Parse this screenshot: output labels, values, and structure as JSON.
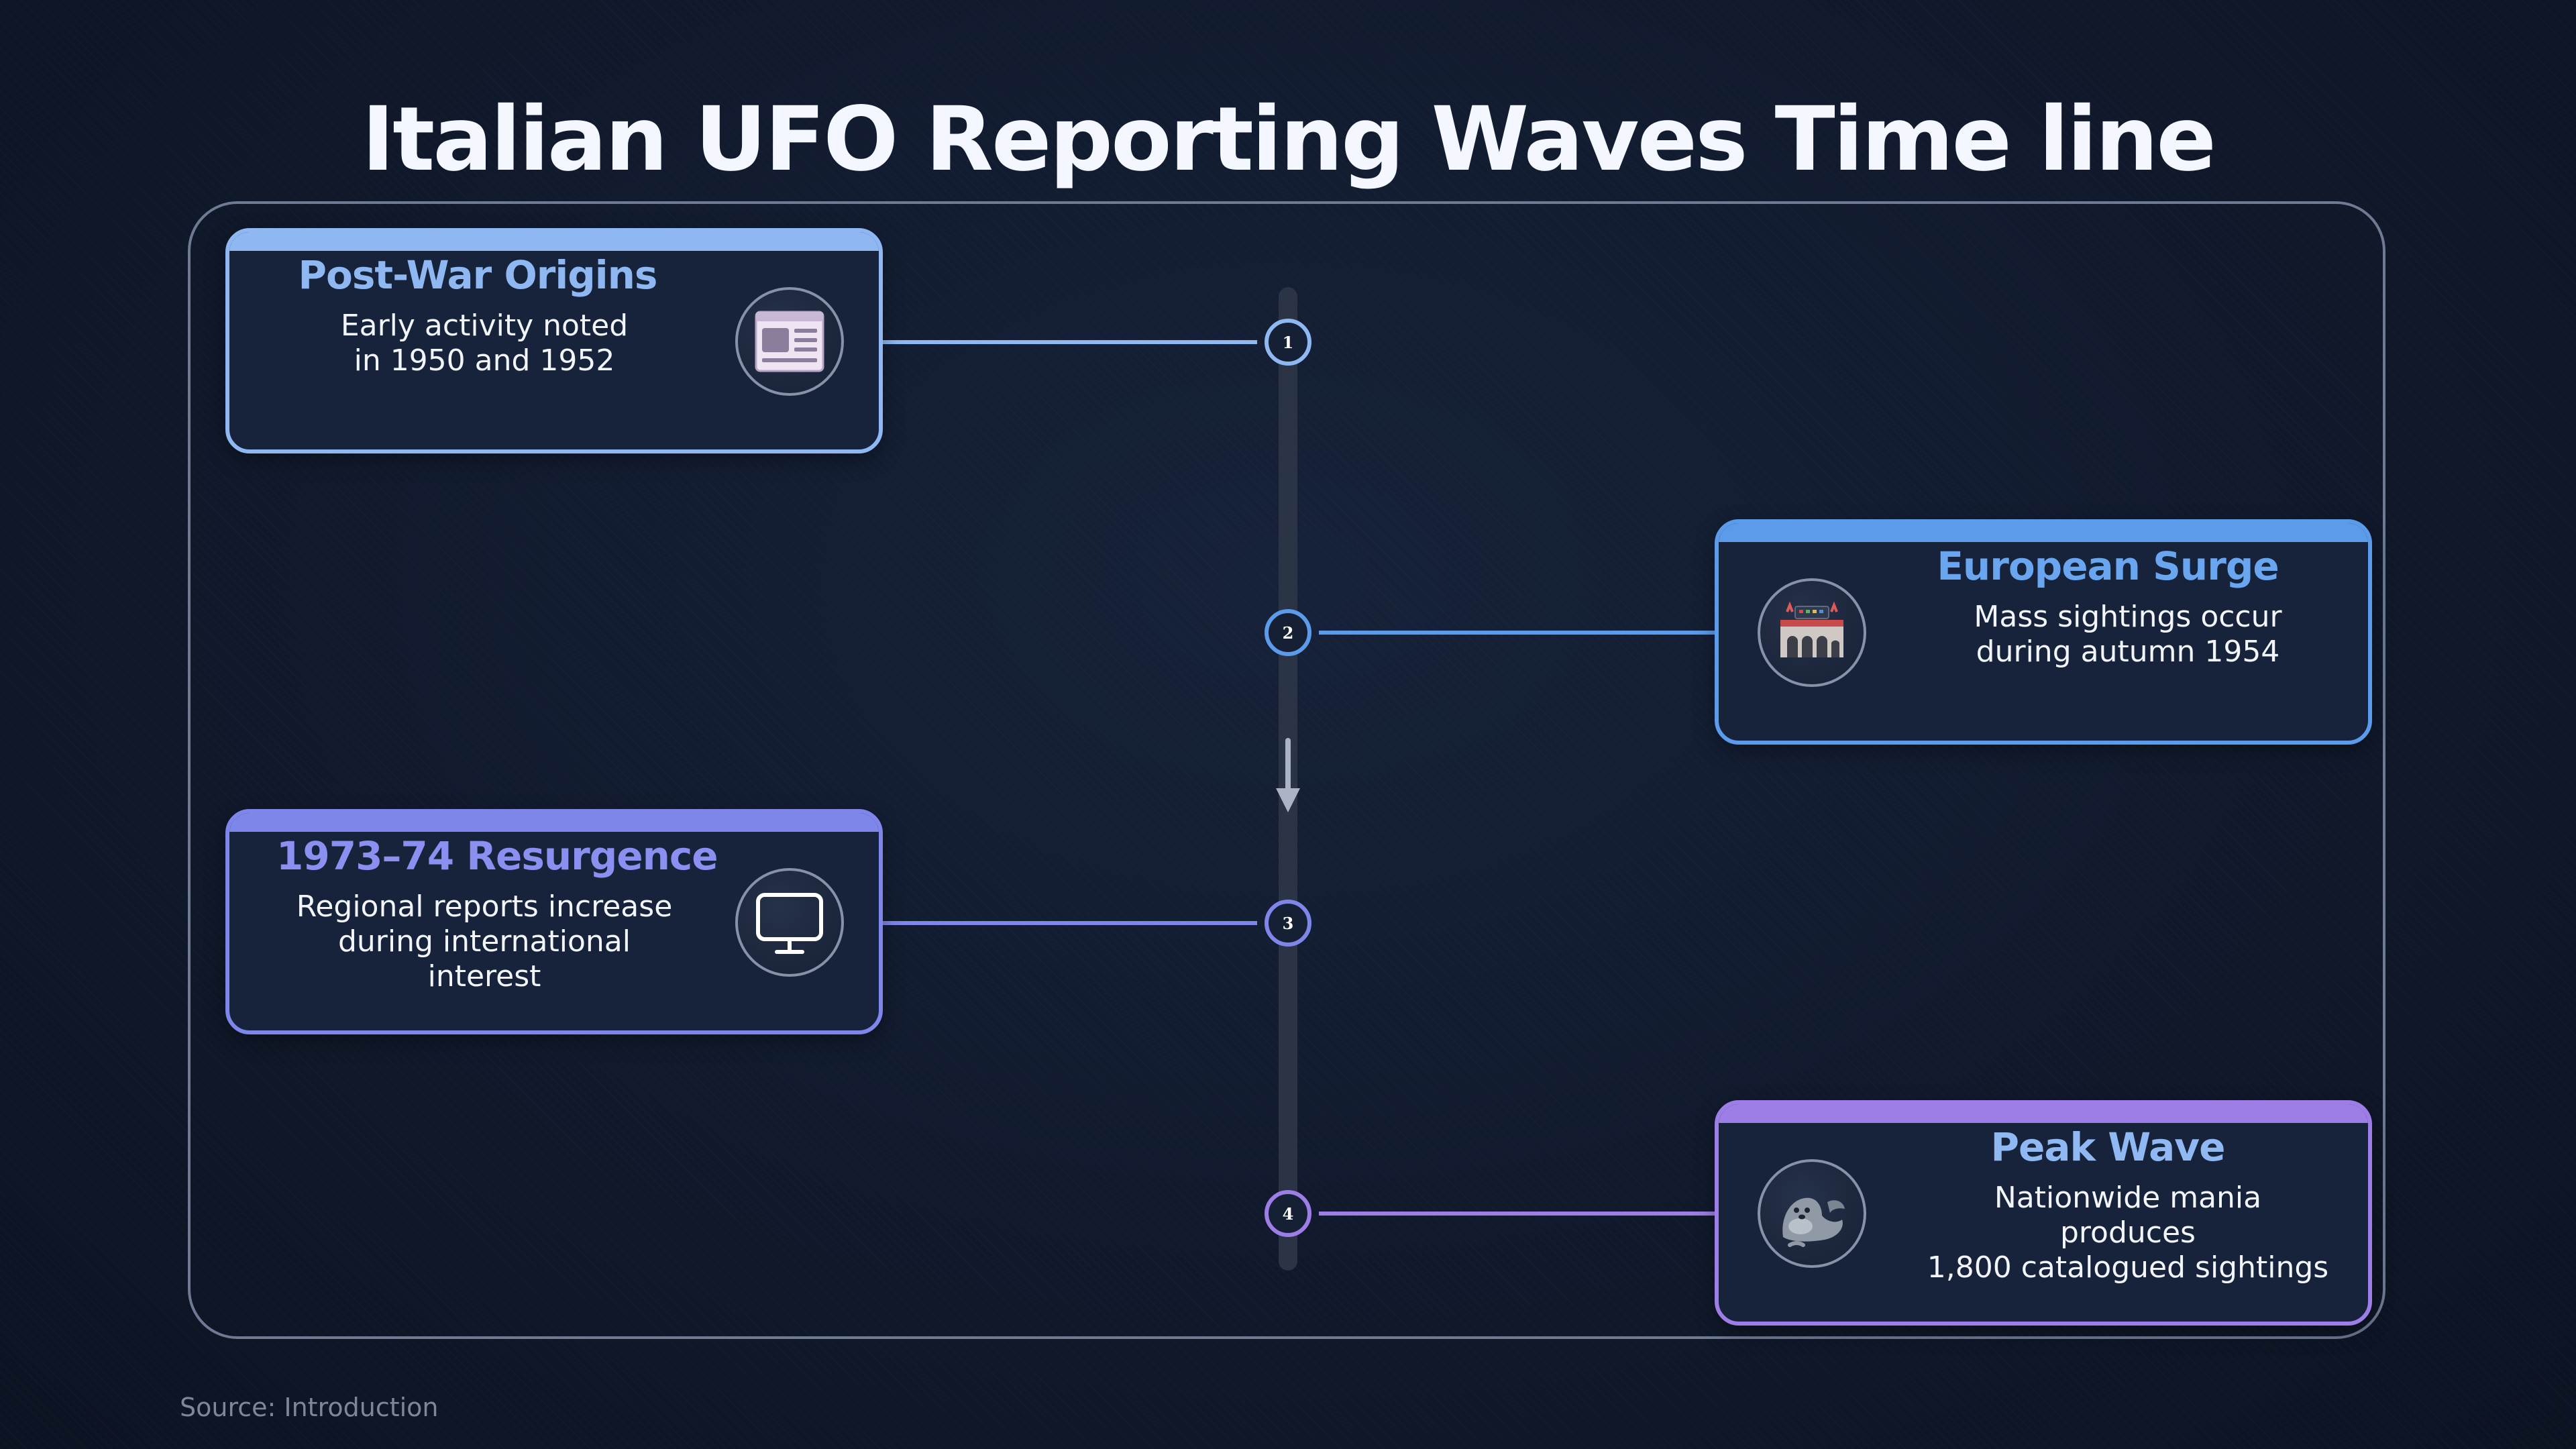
{
  "title": "Italian UFO Reporting Waves Time line",
  "source": "Source: Introduction",
  "colors": {
    "background": "#111a2c",
    "card_fill": "#17233b",
    "spine": "#2a3445",
    "frame": "#6e7b93"
  },
  "events": [
    {
      "step": "1",
      "title": "Post-War Origins",
      "description": "Early activity noted\nin 1950 and 1952",
      "icon": "newspaper-icon",
      "side": "left",
      "accent": "#8fb8f2",
      "title_color": "#8fb8f2"
    },
    {
      "step": "2",
      "title": "European Surge",
      "description": "Mass sightings occur\nduring autumn 1954",
      "icon": "stadium-icon",
      "side": "right",
      "accent": "#5b9bea",
      "title_color": "#6aa6f0"
    },
    {
      "step": "3",
      "title": "1973–74 Resurgence",
      "description": "Regional reports increase\nduring international interest",
      "icon": "monitor-icon",
      "side": "left",
      "accent": "#7f86ea",
      "title_color": "#8a8ff0"
    },
    {
      "step": "4",
      "title": "Peak Wave",
      "description": "Nationwide mania produces\n1,800 catalogued sightings",
      "icon": "seal-icon",
      "side": "right",
      "accent": "#9d7ee6",
      "title_color": "#90b8f2"
    }
  ]
}
